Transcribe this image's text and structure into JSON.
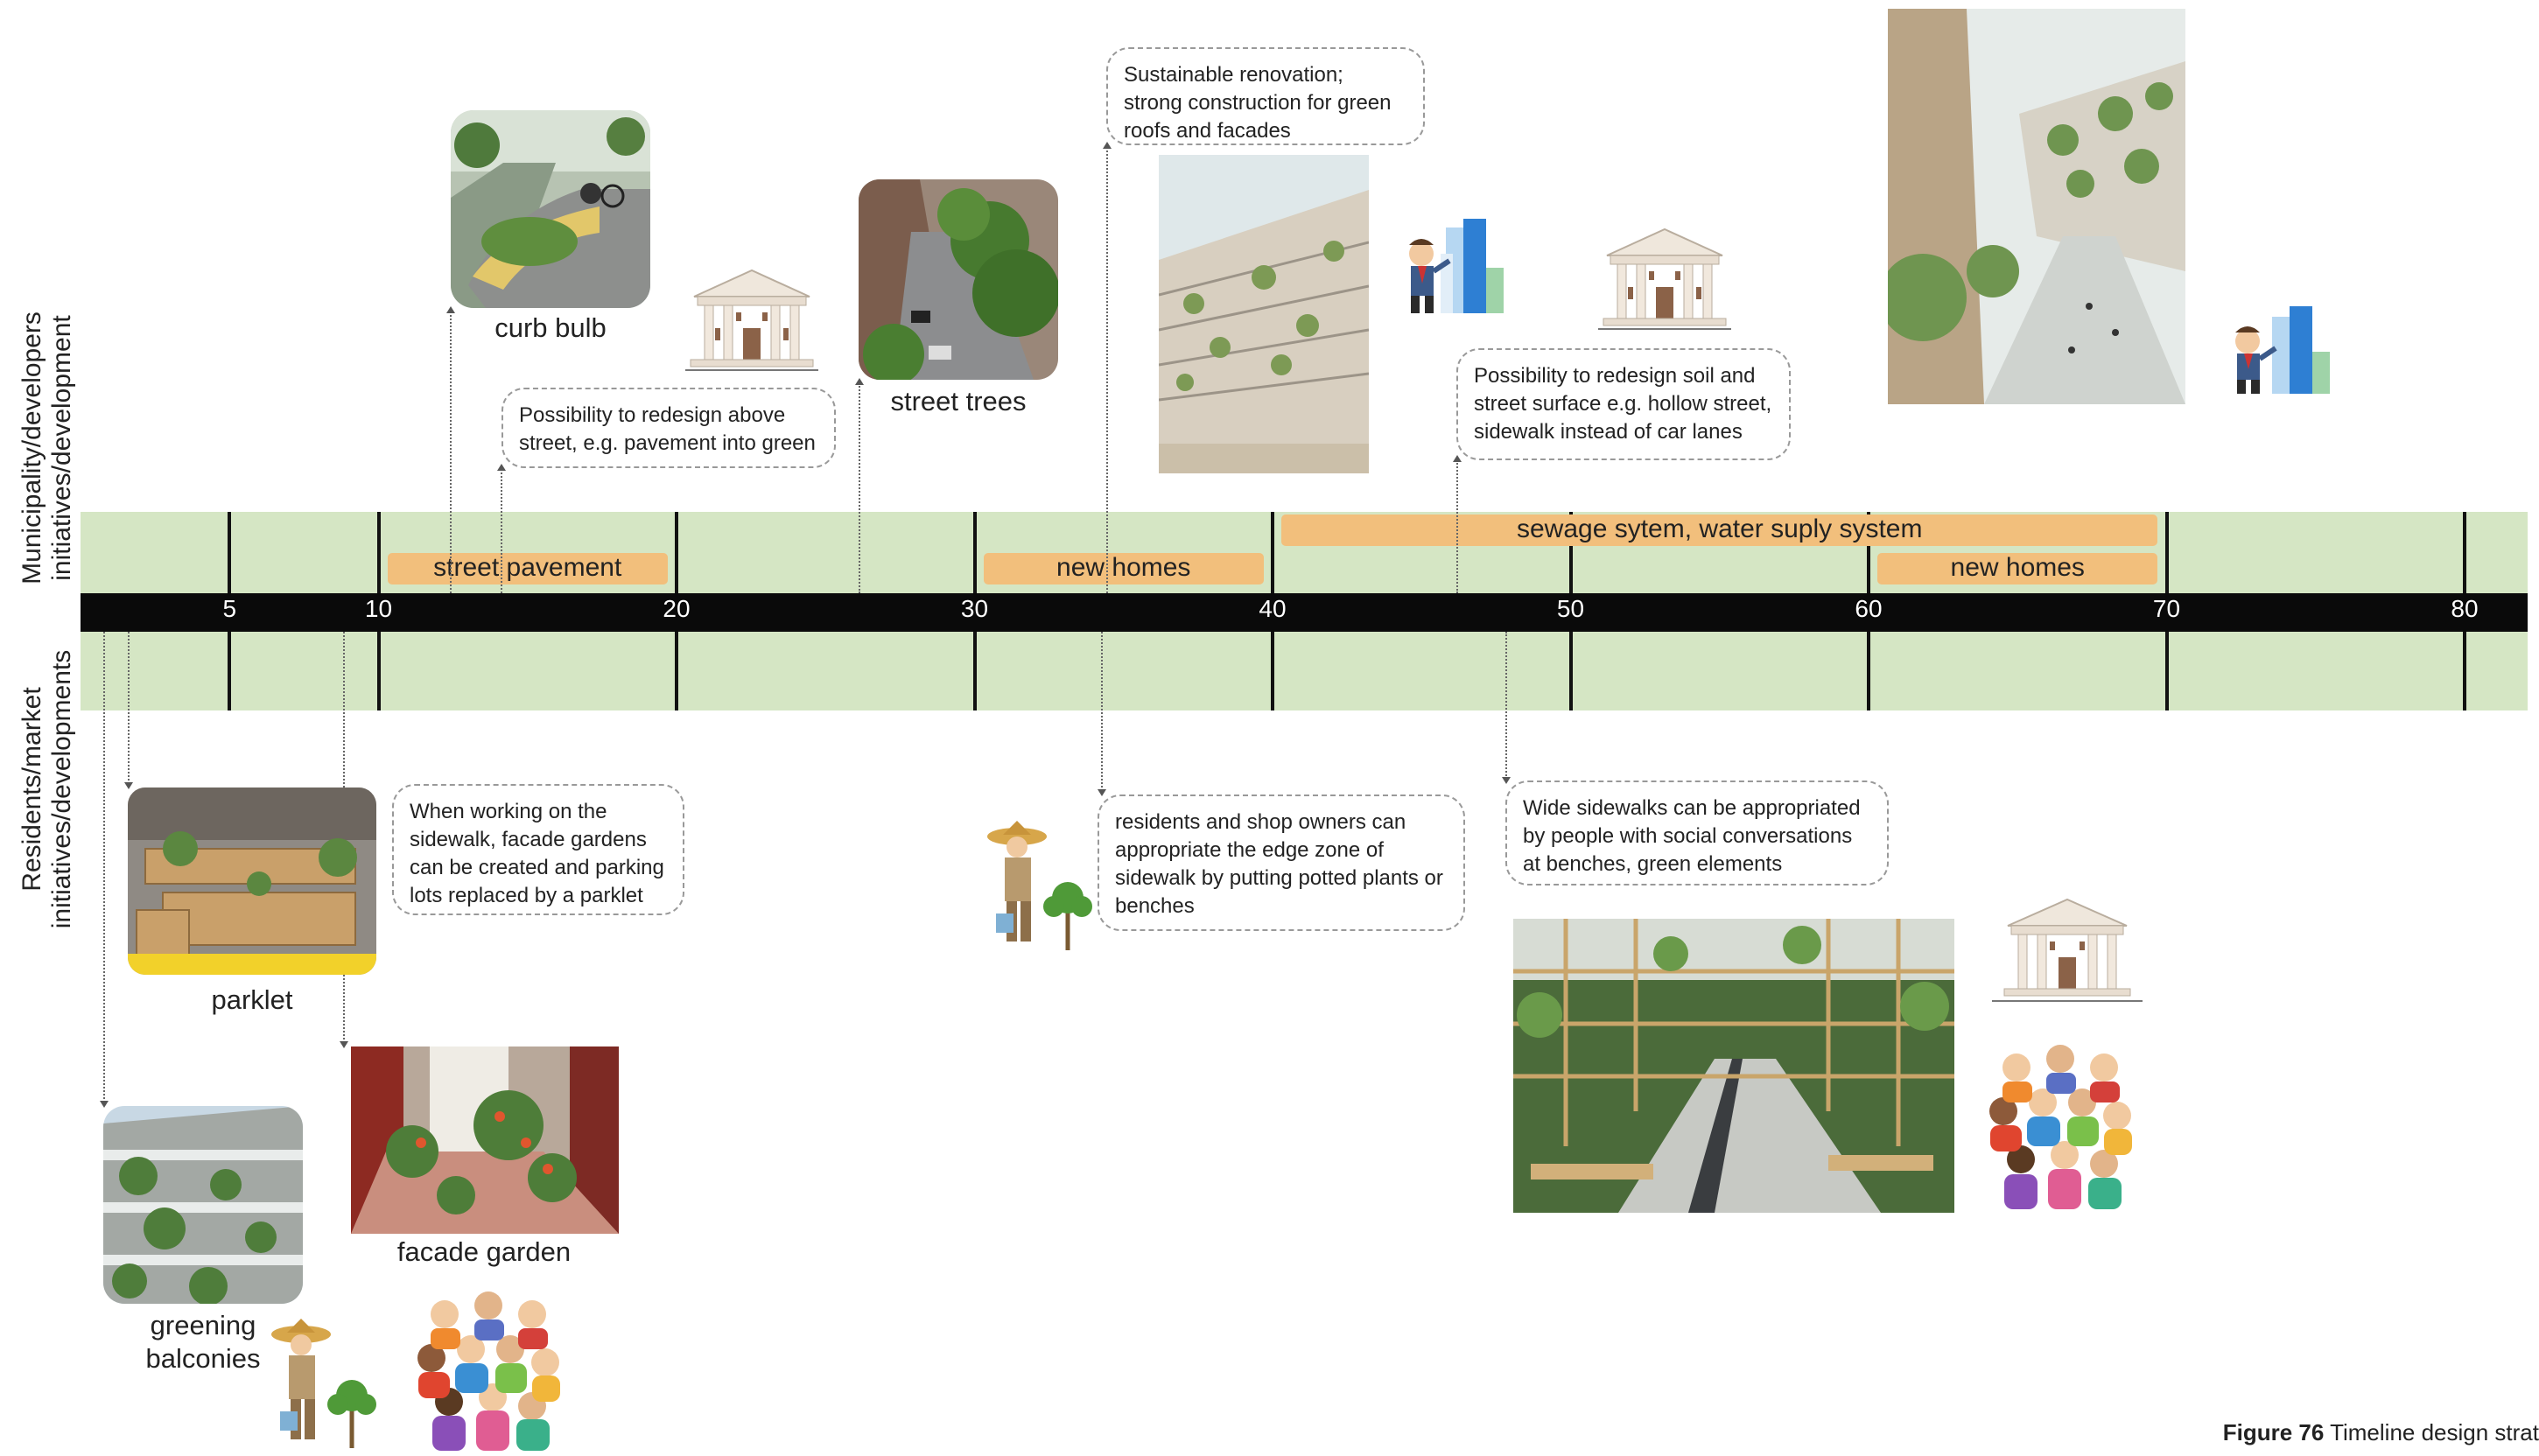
{
  "rows": {
    "top_label": "Municipality/developers initiatives/development",
    "bottom_label": "Residents/market initiatives/developments"
  },
  "axis": {
    "ticks": [
      "5",
      "10",
      "20",
      "30",
      "40",
      "50",
      "60",
      "70",
      "80"
    ],
    "min": 0,
    "max": 82
  },
  "bars": [
    {
      "label": "street pavement",
      "start": 10.3,
      "end": 19.7
    },
    {
      "label": "new homes",
      "start": 30.3,
      "end": 39.7
    },
    {
      "label": "sewage sytem, water suply system",
      "start": 40.3,
      "end": 69.7
    },
    {
      "label": "new homes",
      "start": 60.3,
      "end": 69.7
    }
  ],
  "captions": {
    "curb_bulb": "curb bulb",
    "street_trees": "street trees",
    "parklet": "parklet",
    "facade_garden": "facade garden",
    "greening_balconies": "greening balconies"
  },
  "notes": {
    "redesign_above": "Possibility to redesign above street, e.g. pavement into green",
    "sustainable": "Sustainable renovation; strong construction for green roofs and facades",
    "redesign_soil": "Possibility to redesign soil and street surface e.g. hollow street, sidewalk instead of car lanes",
    "working_sidewalk": "When working on the sidewalk, facade gardens can be created and parking lots replaced by a parklet",
    "residents_shop": "residents and shop owners can appropriate the edge zone of sidewalk by putting potted plants or benches",
    "wide_sidewalks": "Wide sidewalks can be appropriated by people with social conversations at benches, green elements"
  },
  "figure": {
    "number": "Figure 76",
    "title": "Timeline design strat"
  },
  "colors": {
    "band": "#d5e6c4",
    "bar": "#f2bf7c",
    "axis": "#0a0a0a"
  }
}
